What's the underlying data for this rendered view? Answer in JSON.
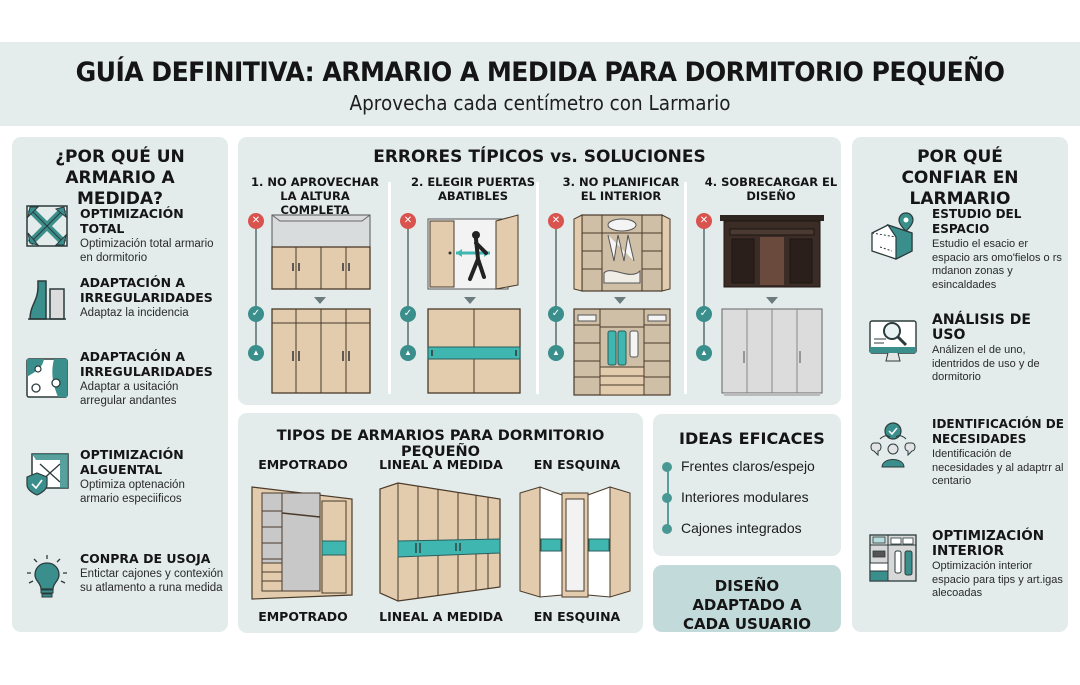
{
  "header": {
    "title": "GUÍA DEFINITIVA: ARMARIO A MEDIDA PARA DORMITORIO PEQUEÑO",
    "subtitle": "Aprovecha cada centímetro con Larmario"
  },
  "colors": {
    "header_bg": "#e4ecec",
    "panel_bg": "#e3ebeb",
    "accent_teal": "#3a8f8c",
    "highlight_teal": "#3fb6b0",
    "error_red": "#d9534f",
    "wood": "#e2ccad",
    "adapt_bg": "#c3dada"
  },
  "left": {
    "title": "¿POR QUÉ UN ARMARIO A MEDIDA?",
    "items": [
      {
        "icon": "expand-arrows-icon",
        "heading": "OPTIMIZACIÓN TOTAL",
        "desc": "Optimización total armario en dormitorio"
      },
      {
        "icon": "irregular-wall-icon",
        "heading": "ADAPTACIÓN A IRREGULARIDADES",
        "desc": "Adaptaz la incidencia"
      },
      {
        "icon": "map-pins-icon",
        "heading": "ADAPTACIÓN A IRREGULARIDADES",
        "desc": "Adaptar a usitación arregular andantes"
      },
      {
        "icon": "shield-expand-icon",
        "heading": "OPTIMIZACIÓN ALGUENTAL",
        "desc": "Optimiza optenación armario especiificos"
      },
      {
        "icon": "lightbulb-icon",
        "heading": "CONPRA DE USOJA",
        "desc": "Entictar cajones y contexión su atlamento a runa medida"
      }
    ]
  },
  "errors": {
    "title": "ERRORES TÍPICOS vs. SOLUCIONES",
    "columns": [
      {
        "label": "1. NO APROVECHAR LA ALTURA COMPLETA"
      },
      {
        "label": "2. ELEGIR PUERTAS ABATIBLES"
      },
      {
        "label": "3. NO PLANIFICAR EL INTERIOR"
      },
      {
        "label": "4. SOBRECARGAR EL DISEÑO"
      }
    ],
    "marks": {
      "error": "✕",
      "ok": "✓",
      "up": "👍"
    }
  },
  "types": {
    "title": "TIPOS DE ARMARIOS PARA DORMITORIO PEQUEÑO",
    "items": [
      {
        "top": "EMPOTRADO",
        "bottom": "EMPOTRADO"
      },
      {
        "top": "LINEAL A MEDIDA",
        "bottom": "LINEAL A MEDIDA"
      },
      {
        "top": "EN ESQUINA",
        "bottom": "EN ESQUINA"
      }
    ]
  },
  "ideas": {
    "title": "IDEAS EFICACES",
    "items": [
      "Frentes claros/espejo",
      "Interiores modulares",
      "Cajones integrados"
    ]
  },
  "adapt": {
    "title": "DISEÑO ADAPTADO A CADA USUARIO"
  },
  "right": {
    "title": "POR QUÉ CONFIAR EN LARMARIO",
    "items": [
      {
        "icon": "space-study-icon",
        "heading": "ESTUDIO DEL ESPACIO",
        "desc": "Estudio el esacio er espacio ars omo'fielos o rs mdanon zonas y esincaldades"
      },
      {
        "icon": "monitor-search-icon",
        "heading": "ANÁLISIS DE USO",
        "desc": "Análizen el de uno, identridos de uso y de dormitorio"
      },
      {
        "icon": "people-check-icon",
        "heading": "IDENTIFICACIÓN DE NECESIDADES",
        "desc": "Identificación de necesidades y al adaptrr al centario"
      },
      {
        "icon": "wardrobe-interior-icon",
        "heading": "OPTIMIZACIÓN INTERIOR",
        "desc": "Optimización interior espacio para tips y art.igas alecoadas"
      }
    ]
  }
}
